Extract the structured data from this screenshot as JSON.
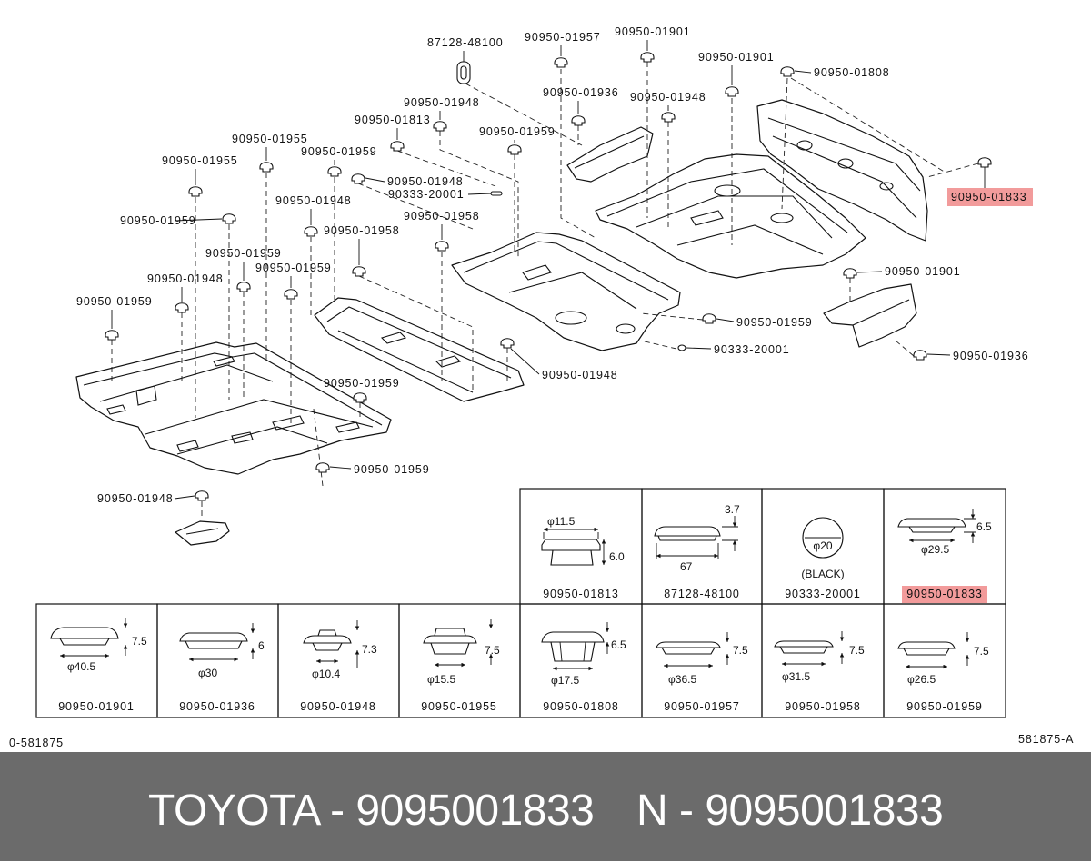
{
  "diagram": {
    "callouts": [
      "87128-48100",
      "90950-01957",
      "90950-01901",
      "90950-01901",
      "90950-01808",
      "90950-01936",
      "90950-01948",
      "90950-01948",
      "90950-01813",
      "90950-01959",
      "90950-01955",
      "90950-01959",
      "90950-01955",
      "90950-01948",
      "90333-20001",
      "90950-01948",
      "90950-01958",
      "90950-01959",
      "90950-01958",
      "90950-01959",
      "90950-01959",
      "90950-01948",
      "90950-01959",
      "90950-01833",
      "90950-01901",
      "90950-01959",
      "90333-20001",
      "90950-01936",
      "90950-01948",
      "90950-01959",
      "90950-01959",
      "90950-01948"
    ]
  },
  "table": {
    "top_row": [
      {
        "part": "90950-01813",
        "dims": [
          "φ11.5",
          "6.0"
        ]
      },
      {
        "part": "87128-48100",
        "dims": [
          "3.7",
          "67"
        ]
      },
      {
        "part": "90333-20001",
        "dims": [
          "φ20",
          "(BLACK)"
        ]
      },
      {
        "part": "90950-01833",
        "dims": [
          "6.5",
          "φ29.5"
        ]
      }
    ],
    "bottom_row": [
      {
        "part": "90950-01901",
        "dims": [
          "7.5",
          "φ40.5"
        ]
      },
      {
        "part": "90950-01936",
        "dims": [
          "6",
          "φ30"
        ]
      },
      {
        "part": "90950-01948",
        "dims": [
          "7.3",
          "φ10.4"
        ]
      },
      {
        "part": "90950-01955",
        "dims": [
          "7.5",
          "φ15.5"
        ]
      },
      {
        "part": "90950-01808",
        "dims": [
          "6.5",
          "φ17.5"
        ]
      },
      {
        "part": "90950-01957",
        "dims": [
          "7.5",
          "φ36.5"
        ]
      },
      {
        "part": "90950-01958",
        "dims": [
          "7.5",
          "φ31.5"
        ]
      },
      {
        "part": "90950-01959",
        "dims": [
          "7.5",
          "φ26.5"
        ]
      }
    ]
  },
  "corner_labels": {
    "left": "0-581875",
    "right": "581875-A"
  },
  "footer": {
    "brand_part": "TOYOTA - 9095001833",
    "alt_part": "N - 9095001833"
  },
  "colors": {
    "highlight": "#f29b9b",
    "footer_bg": "#6b6b6b",
    "footer_text": "#ffffff",
    "line": "#111111"
  }
}
